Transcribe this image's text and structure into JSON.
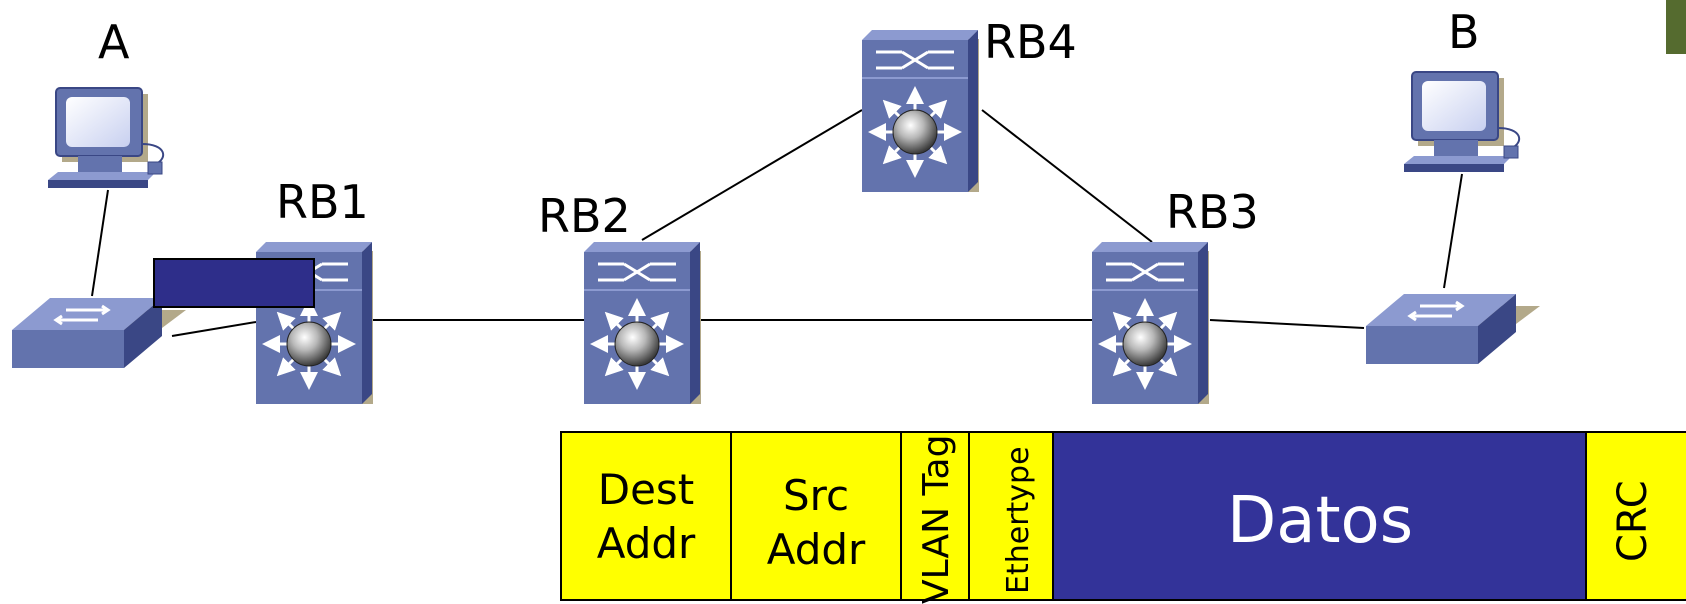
{
  "labels": {
    "host_a": "A",
    "host_b": "B",
    "rb1": "RB1",
    "rb2": "RB2",
    "rb3": "RB3",
    "rb4": "RB4"
  },
  "frame": {
    "dest_line1": "Dest",
    "dest_line2": "Addr",
    "src_line1": "Src",
    "src_line2": "Addr",
    "vlan": "VLAN Tag",
    "ethertype": "Ethertype",
    "datos": "Datos",
    "crc": "CRC"
  },
  "colors": {
    "frame_yellow": "#ffff00",
    "datos_blue": "#333399",
    "device_blue": "#6373ad",
    "device_dark": "#3a4785",
    "shadow": "#b3a98a",
    "corner_accent": "#556b2f"
  },
  "icons": {
    "host": "computer-icon",
    "switch": "ethernet-switch-icon",
    "rbridge": "rbridge-router-icon"
  }
}
